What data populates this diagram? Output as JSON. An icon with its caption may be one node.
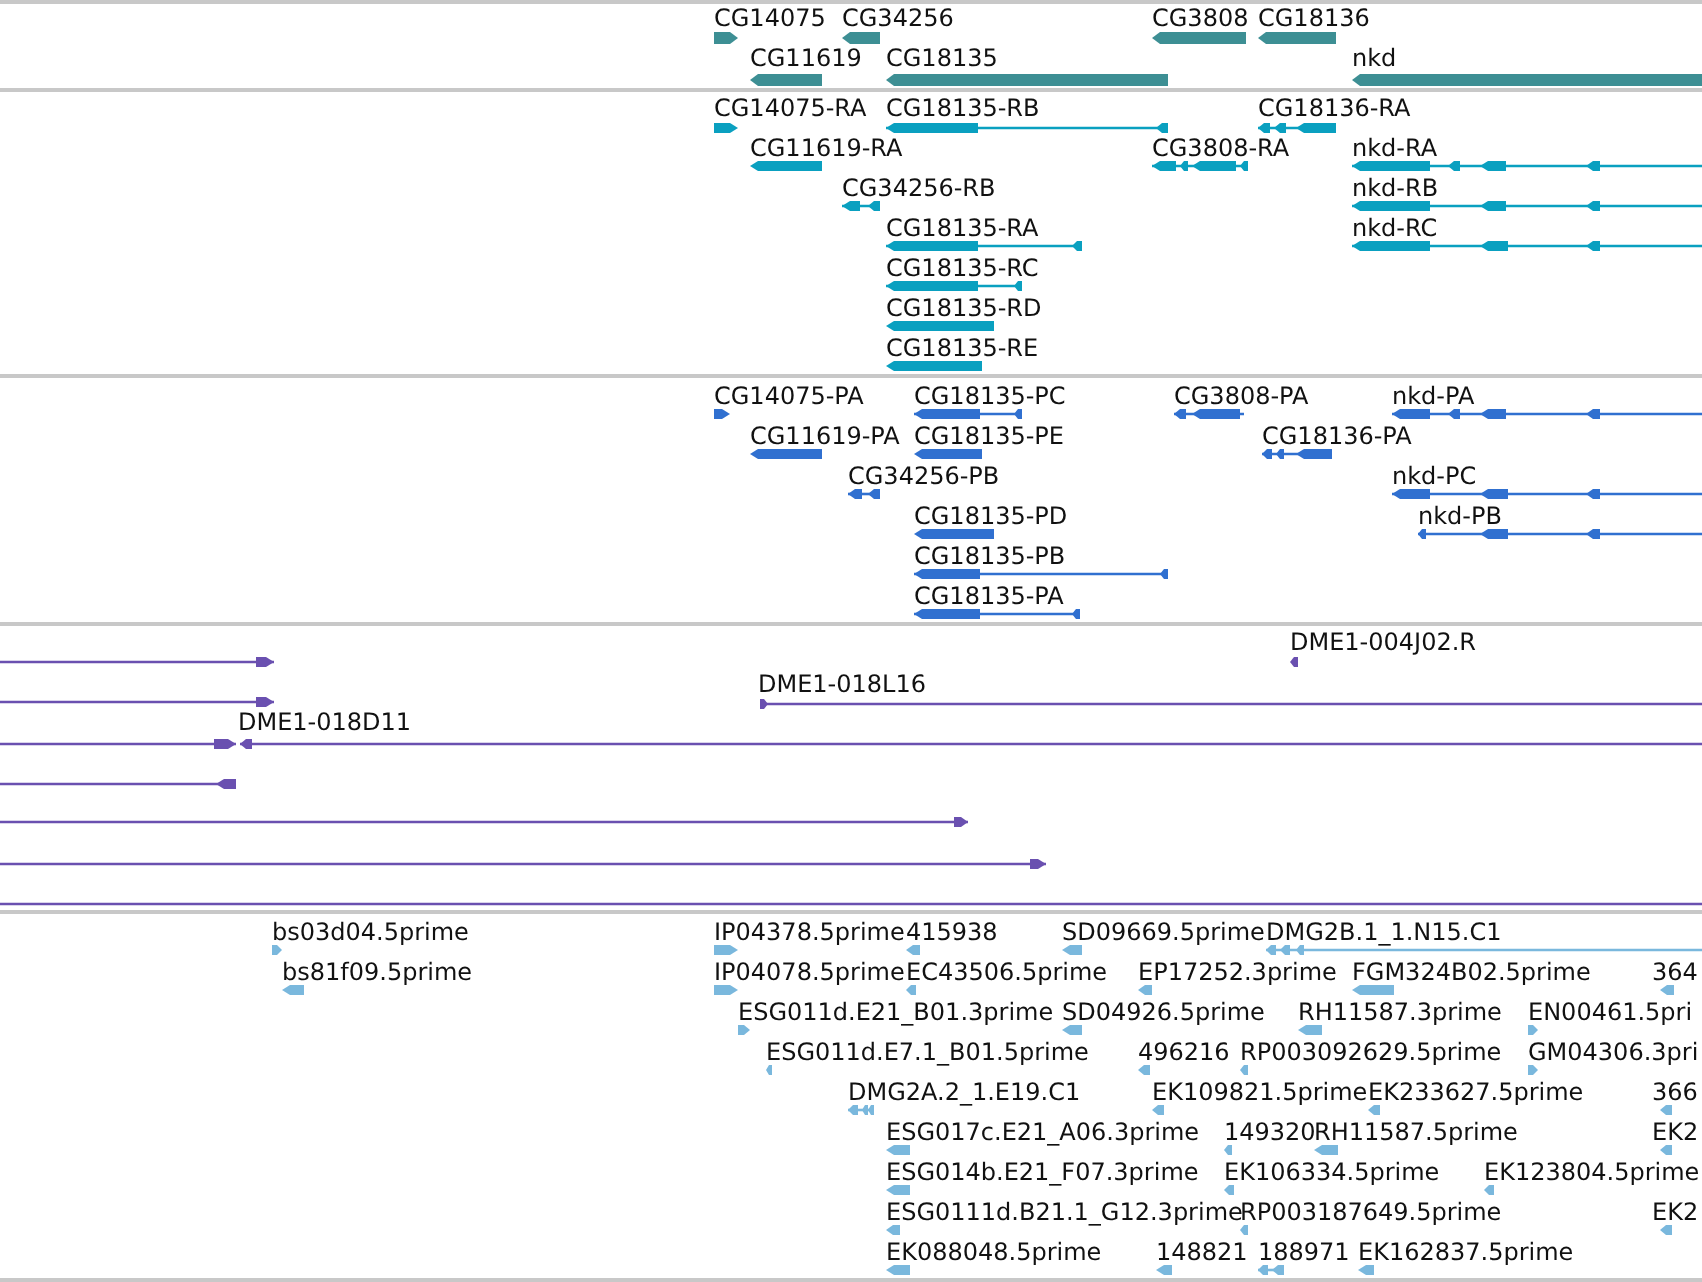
{
  "diagram": {
    "labels": [
      "CG14075",
      "CG34256",
      "CG3808",
      "CG18136",
      "CG11619",
      "CG18135",
      "nkd",
      "CG14075-RA",
      "CG18135-RB",
      "CG18136-RA",
      "CG11619-RA",
      "CG3808-RA",
      "nkd-RA",
      "CG34256-RB",
      "nkd-RB",
      "CG18135-RA",
      "nkd-RC",
      "CG18135-RC",
      "CG18135-RD",
      "CG18135-RE",
      "CG14075-PA",
      "CG18135-PC",
      "CG3808-PA",
      "nkd-PA",
      "CG11619-PA",
      "CG18135-PE",
      "CG18136-PA",
      "CG34256-PB",
      "nkd-PC",
      "CG18135-PD",
      "nkd-PB",
      "CG18135-PB",
      "CG18135-PA",
      "DME1-004J02.R",
      "DME1-018L16",
      "DME1-018D11",
      "bs03d04.5prime",
      "IP04378.5prime",
      "415938",
      "SD09669.5prime",
      "DMG2B.1_1.N15.C1",
      "bs81f09.5prime",
      "IP04078.5prime",
      "EC43506.5prime",
      "EP17252.3prime",
      "FGM324B02.5prime",
      "364",
      "ESG011d.E21_B01.3prime",
      "SD04926.5prime",
      "RH11587.3prime",
      "EN00461.5pri",
      "ESG011d.E7.1_B01.5prime",
      "496216",
      "RP003092629.5prime",
      "GM04306.3pri",
      "DMG2A.2_1.E19.C1",
      "EK109821.5prime",
      "EK233627.5prime",
      "366",
      "ESG017c.E21_A06.3prime",
      "149320",
      "RH11587.5prime",
      "EK2",
      "ESG014b.E21_F07.3prime",
      "EK106334.5prime",
      "EK123804.5prime",
      "ESG0111d.B21.1_G12.3prime",
      "RP003187649.5prime",
      "EK2",
      "EK088048.5prime",
      "148821",
      "188971",
      "EK162837.5prime"
    ]
  }
}
